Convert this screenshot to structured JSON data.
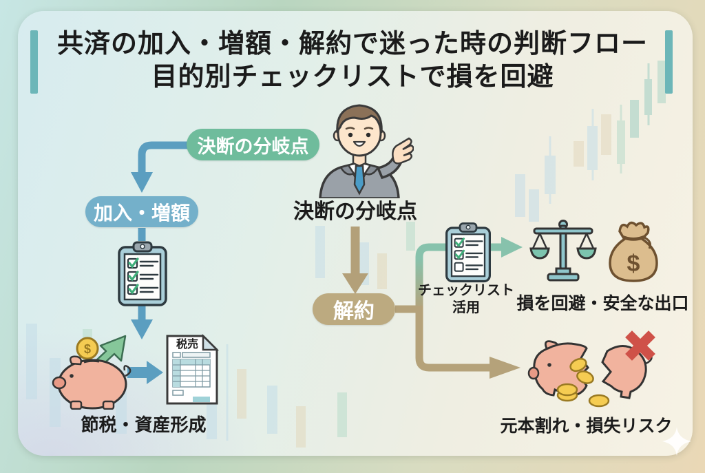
{
  "title": {
    "line1": "共済の加入・増額・解約で迷った時の判断フロー",
    "line2": "目的別チェックリストで損を回避"
  },
  "flow": {
    "decision_pill": "決断の分岐点",
    "advisor_caption": "決断の分岐点",
    "join_pill": "加入・増額",
    "cancel_pill": "解約",
    "checklist_note_line1": "チェックリスト",
    "checklist_note_line2": "活用",
    "join_outcome": "節税・資産形成",
    "safe_outcome": "損を回避・安全な出口",
    "loss_outcome": "元本割れ・損失リスク",
    "document_title": "税売",
    "currency_symbol": "$"
  },
  "colors": {
    "title_accent": "#6cb6b8",
    "decision_pill_bg": "#6fbc9c",
    "join_pill_bg": "#74b0ca",
    "cancel_pill_bg": "#bcaa80",
    "arrow_blue": "#5b9ec0",
    "arrow_teal": "#87c2ac",
    "arrow_tan": "#b5a27a",
    "cross_red": "#cf5148",
    "coin_gold": "#f5cc52"
  }
}
